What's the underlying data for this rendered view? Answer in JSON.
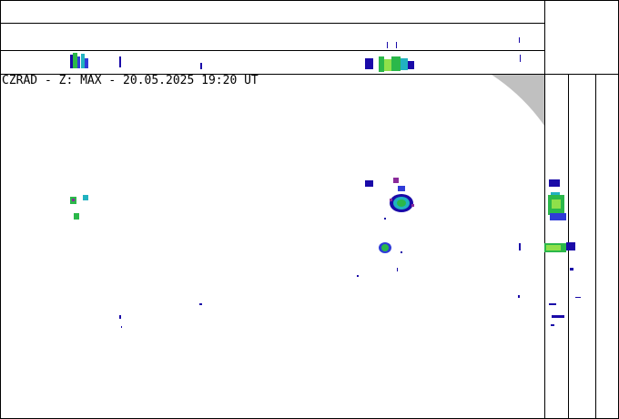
{
  "title": "CZRAD - Z: MAX - 20.05.2025 19:20 UT",
  "colors": {
    "border": "#000000",
    "background": "#ffffff",
    "out_of_range": "#c0c0c0",
    "echo_dark_blue": "#1a0aa8",
    "echo_blue": "#2f3bd8",
    "echo_cyan": "#21b2c0",
    "echo_green": "#2bb84a",
    "echo_light_green": "#8fe04a",
    "echo_magenta": "#8a2a9a"
  },
  "panels": {
    "main_map": "plan view (max reflectivity)",
    "top_strip": "north-south / east-west side projection",
    "right_strip": "side projection"
  }
}
